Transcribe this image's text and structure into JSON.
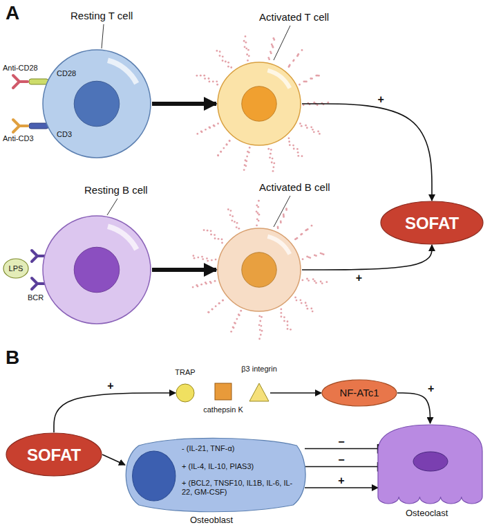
{
  "diagram": {
    "nodes": [
      {
        "text": [
          "Resting T cell"
        ]
      },
      {
        "text": [
          "Activated T cell"
        ]
      },
      {
        "text": [
          "SOFAT"
        ]
      },
      {
        "text": [
          "LPS"
        ]
      },
      {
        "text": [
          "Resting B cell"
        ]
      },
      {
        "text": [
          "Activated B cell"
        ]
      },
      {
        "text": [
          "SOFAT"
        ]
      },
      {
        "text": [
          "TRAP"
        ]
      },
      {
        "text": [
          "cathepsin K"
        ]
      },
      {
        "text": [
          "β3 integrin"
        ]
      },
      {
        "text": [
          "NF-ATc1"
        ]
      },
      {
        "text": [
          "- (IL-21, TNF-α)",
          "+ (IL-4, IL-10, PIAS3)",
          "+ (BCL2, TNSF10, IL1B, IL-6, IL-22, GM-CSF)",
          "Osteoblast"
        ]
      },
      {
        "text": [
          "Osteoclast"
        ]
      }
    ],
    "edges": [
      {
        "from": 0,
        "to": 1,
        "arrow": "to"
      },
      {
        "from": 4,
        "to": 5,
        "arrow": "to"
      },
      {
        "from": 1,
        "to": 2,
        "arrow": "to",
        "label": "+"
      },
      {
        "from": 5,
        "to": 2,
        "arrow": "to",
        "label": "+"
      },
      {
        "from": 6,
        "to": 7,
        "arrow": "to",
        "label": "+"
      },
      {
        "from": 9,
        "to": 10,
        "arrow": "to"
      },
      {
        "from": 10,
        "to": 12,
        "arrow": "to",
        "label": "+"
      },
      {
        "from": 6,
        "to": 11,
        "arrow": "to"
      },
      {
        "from": 11,
        "to": 12,
        "arrow": "to",
        "label": "−"
      },
      {
        "from": 11,
        "to": 12,
        "arrow": "to",
        "label": "−"
      },
      {
        "from": 11,
        "to": 12,
        "arrow": "to",
        "label": "+"
      }
    ],
    "labels": [
      "A",
      "Anti-CD28",
      "CD28",
      "Anti-CD3",
      "CD3",
      "BCR",
      "B"
    ]
  }
}
